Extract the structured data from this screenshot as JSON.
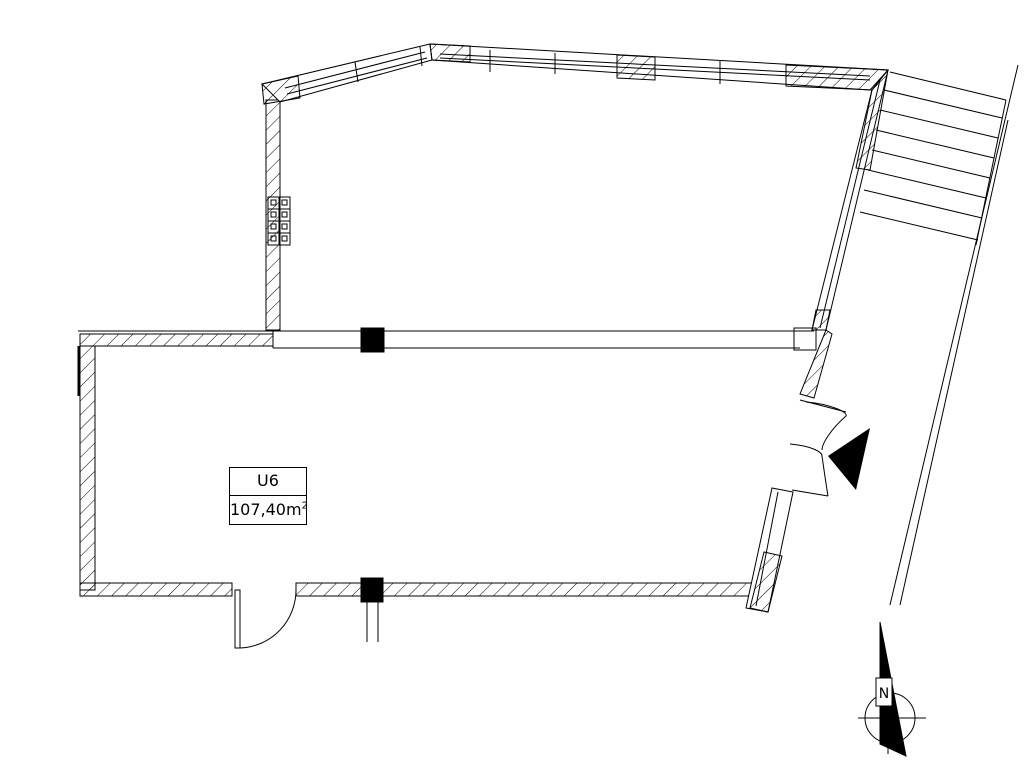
{
  "plan": {
    "unit": {
      "name": "U6",
      "area_value": "107,40m",
      "area_exponent": "2"
    },
    "north_arrow_letter": "N",
    "line_color": "#000000",
    "background": "#ffffff"
  }
}
